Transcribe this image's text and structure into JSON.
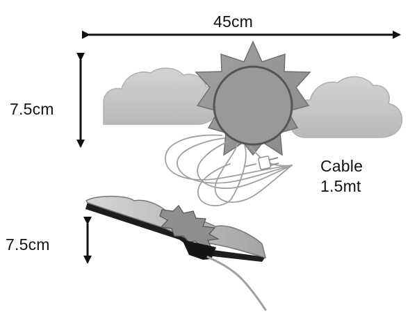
{
  "dimensions": {
    "width": "45cm",
    "top_height": "7.5cm",
    "bottom_height": "7.5cm"
  },
  "cable": {
    "line1": "Cable",
    "line2": "1.5mt"
  },
  "colors": {
    "sun_body": "#979797",
    "sun_ray": "#858585",
    "sun_edge": "#5d5d5d",
    "cloud": "#c9c9c9",
    "cloud_edge": "#aaaaaa",
    "cable": "#9b9b9b",
    "arrow": "#111111",
    "text": "#111111"
  }
}
